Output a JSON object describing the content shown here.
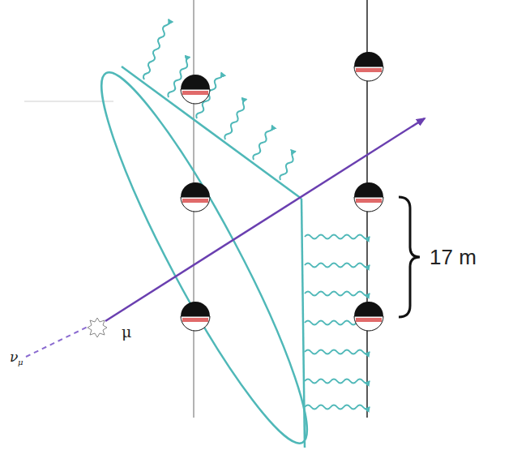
{
  "diagram": {
    "labels": [
      "ν",
      "μ",
      "μ",
      "17 m"
    ]
  }
}
